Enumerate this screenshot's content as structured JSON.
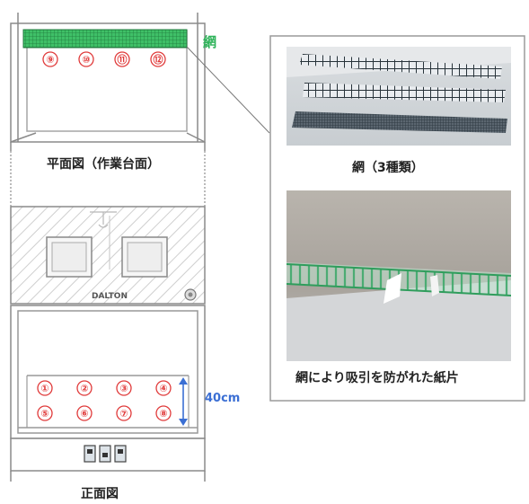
{
  "labels": {
    "mesh": "網",
    "plan_view": "平面図（作業台面）",
    "mesh_types": "網（3種類）",
    "paper_caption": "網により吸引を防がれた紙片",
    "height": "40cm",
    "front_view": "正面図",
    "brand": "DALTON"
  },
  "plan_positions": [
    "⑨",
    "⑩",
    "⑪",
    "⑫"
  ],
  "front_positions_row1": [
    "①",
    "②",
    "③",
    "④"
  ],
  "front_positions_row2": [
    "⑤",
    "⑥",
    "⑦",
    "⑧"
  ],
  "colors": {
    "mesh_green": "#2fb35a",
    "marker_red": "#e03a3a",
    "dimension_blue": "#3b6fd4",
    "line_gray": "#8a8a8a",
    "panel_border": "#9a9a9a"
  }
}
